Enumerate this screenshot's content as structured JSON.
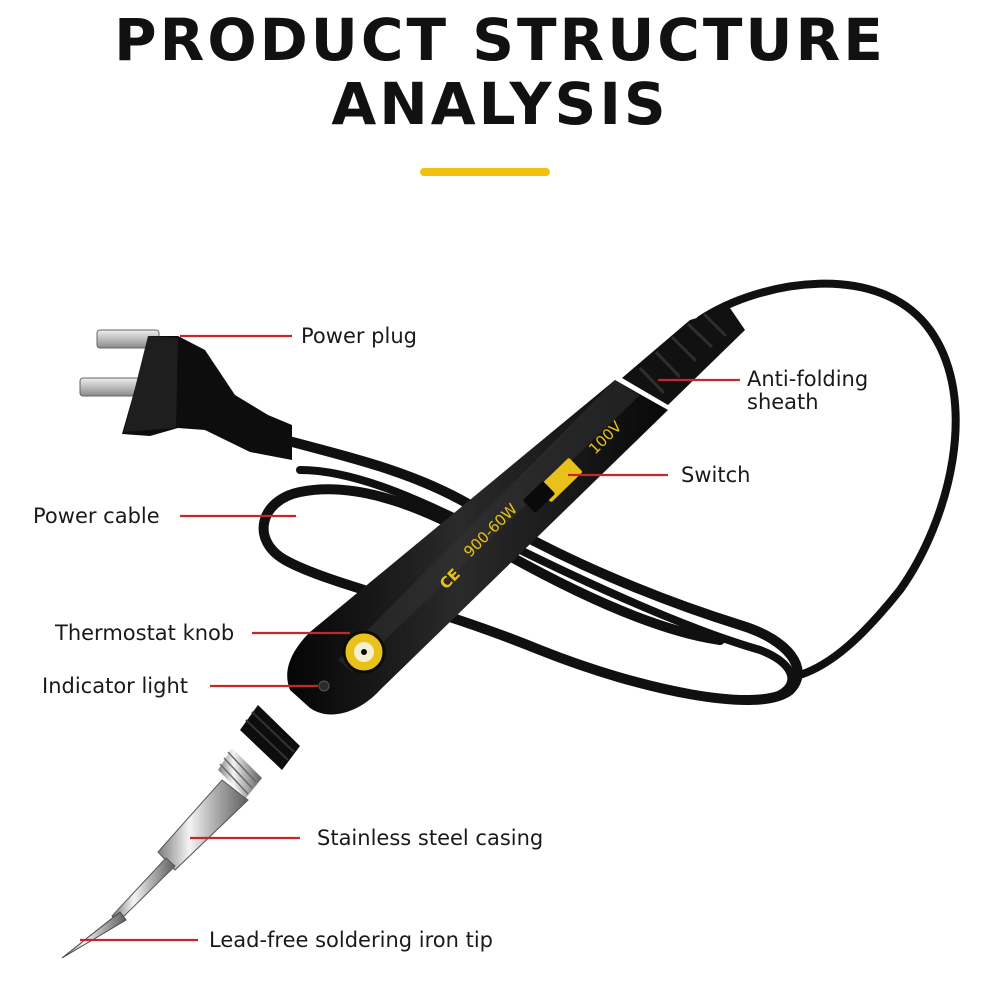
{
  "title": {
    "line1": "PRODUCT STRUCTURE",
    "line2": "ANALYSIS"
  },
  "colors": {
    "accent": "#f2c10f",
    "leader": "#c8262b",
    "iron_body": "#141414",
    "print": "#e8c21a"
  },
  "handle_text": {
    "power": "900-60W",
    "voltage": "100V",
    "marks": "CE"
  },
  "labels": {
    "power_plug": "Power plug",
    "anti_folding_1": "Anti-folding",
    "anti_folding_2": "sheath",
    "switch": "Switch",
    "power_cable": "Power cable",
    "thermostat_knob": "Thermostat knob",
    "indicator_light": "Indicator light",
    "stainless_casing": "Stainless steel casing",
    "tip": "Lead-free soldering iron tip"
  }
}
